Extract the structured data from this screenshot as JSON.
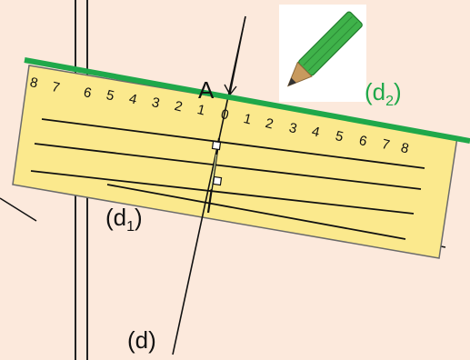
{
  "colors": {
    "background": "#fce9dc",
    "ruler_fill": "#fbe98d",
    "ruler_edge": "#6b6b6b",
    "line": "#111111",
    "green_line": "#1fa84a",
    "pencil_body": "#3fb24a",
    "pencil_tip": "#c89a5e",
    "label_green": "#1fa84a"
  },
  "labels": {
    "point_a": "A",
    "d": "(d)",
    "d1": "(d",
    "d1_sub": "1",
    "d1_close": ")",
    "d2": "(d",
    "d2_sub": "2",
    "d2_close": ")"
  },
  "ruler": {
    "left_scale": [
      "8",
      "7",
      "6",
      "5",
      "4",
      "3",
      "2",
      "1"
    ],
    "center": "0",
    "right_scale": [
      "1",
      "2",
      "3",
      "4",
      "5",
      "6",
      "7",
      "8"
    ]
  },
  "icons": {
    "pencil": "pencil-icon",
    "right_angle": "right-angle-mark"
  }
}
